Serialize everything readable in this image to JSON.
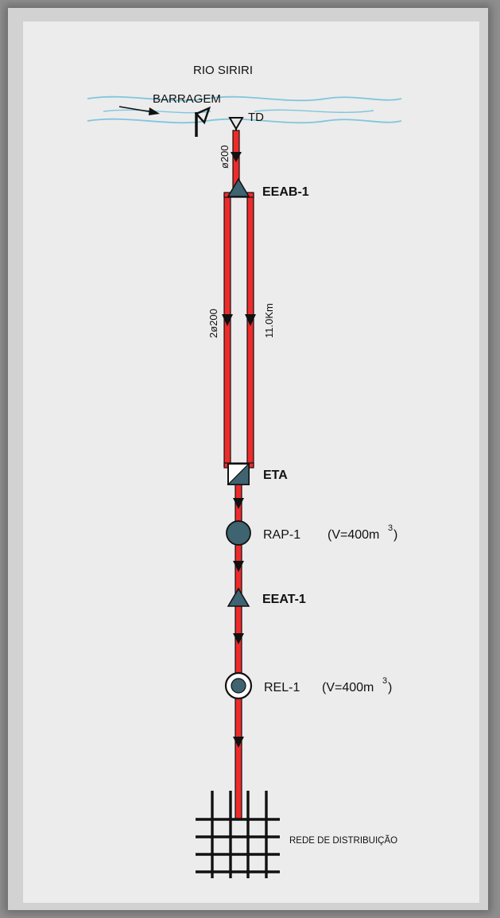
{
  "diagram": {
    "river_name": "RIO SIRIRI",
    "dam_label": "BARRAGEM",
    "intake_label": "TD",
    "intake_pipe_label": "ø200",
    "station1_label": "EEAB-1",
    "main_pipe_label": "2ø200",
    "main_length_label": "11.0Km",
    "treatment_label": "ETA",
    "reservoir1_label": "RAP-1",
    "reservoir1_volume": "(V=400m",
    "station2_label": "EEAT-1",
    "reservoir2_label": "REL-1",
    "reservoir2_volume": "(V=400m",
    "volume_exponent": "3",
    "network_label": "REDE DE DISTRIBUIÇÃO"
  },
  "colors": {
    "pipe": "#ee2b2b",
    "pipe_edge": "#111111",
    "node_fill": "#3e6371",
    "river_line": "#7fc6dd",
    "sheet": "#ececec"
  },
  "icons": [
    "flow-arrow-icon",
    "dam-icon",
    "intake-icon",
    "pump-station-icon",
    "treatment-plant-icon",
    "reservoir-icon",
    "elevated-reservoir-icon",
    "distribution-grid-icon"
  ]
}
